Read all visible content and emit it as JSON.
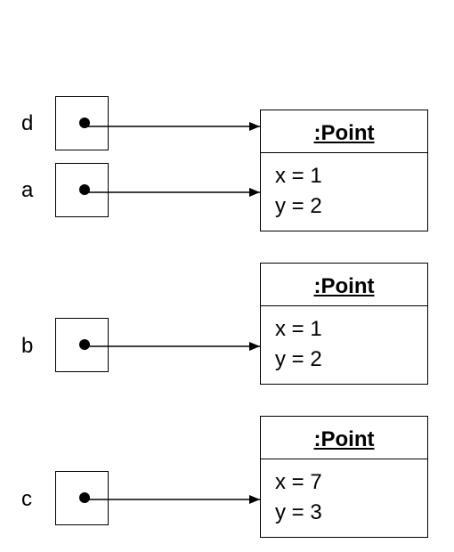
{
  "variables": [
    {
      "name": "d"
    },
    {
      "name": "a"
    },
    {
      "name": "b"
    },
    {
      "name": "c"
    }
  ],
  "objects": [
    {
      "title": ":Point",
      "fields": [
        "x = 1",
        "y = 2"
      ]
    },
    {
      "title": ":Point",
      "fields": [
        "x = 1",
        "y = 2"
      ]
    },
    {
      "title": ":Point",
      "fields": [
        "x = 7",
        "y = 3"
      ]
    }
  ]
}
